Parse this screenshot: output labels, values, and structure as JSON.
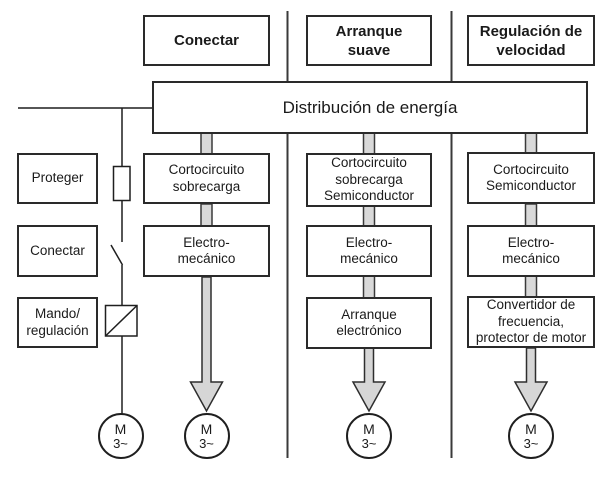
{
  "energy_bar": {
    "label": "Distribución de energía"
  },
  "left_rail": {
    "boxes": [
      "Proteger",
      "Conectar",
      "Mando/\nregulación"
    ],
    "symbols": [
      "fuse-icon",
      "switch-icon",
      "contactor-icon"
    ]
  },
  "columns": [
    {
      "title": "Conectar",
      "boxes": [
        "Cortocircuito\nsobrecarga",
        "Electro-\nmecánico"
      ]
    },
    {
      "title": "Arranque\nsuave",
      "boxes": [
        "Cortocircuito\nsobrecarga\nSemiconductor",
        "Electro-\nmecánico",
        "Arranque\nelectrónico"
      ]
    },
    {
      "title": "Regulación de\nvelocidad",
      "boxes": [
        "Cortocircuito\nSemiconductor",
        "Electro-\nmecánico",
        "Convertidor de\nfrecuencia,\nprotector de motor"
      ]
    }
  ],
  "motor": {
    "letter": "M",
    "phases": "3~"
  },
  "colors": {
    "line": "#1f1f1f",
    "separator": "#3a3a3a",
    "box_border": "#2a2a2a",
    "arrow_fill": "#d6d6d6",
    "connector_fill": "#d9d9d9"
  }
}
